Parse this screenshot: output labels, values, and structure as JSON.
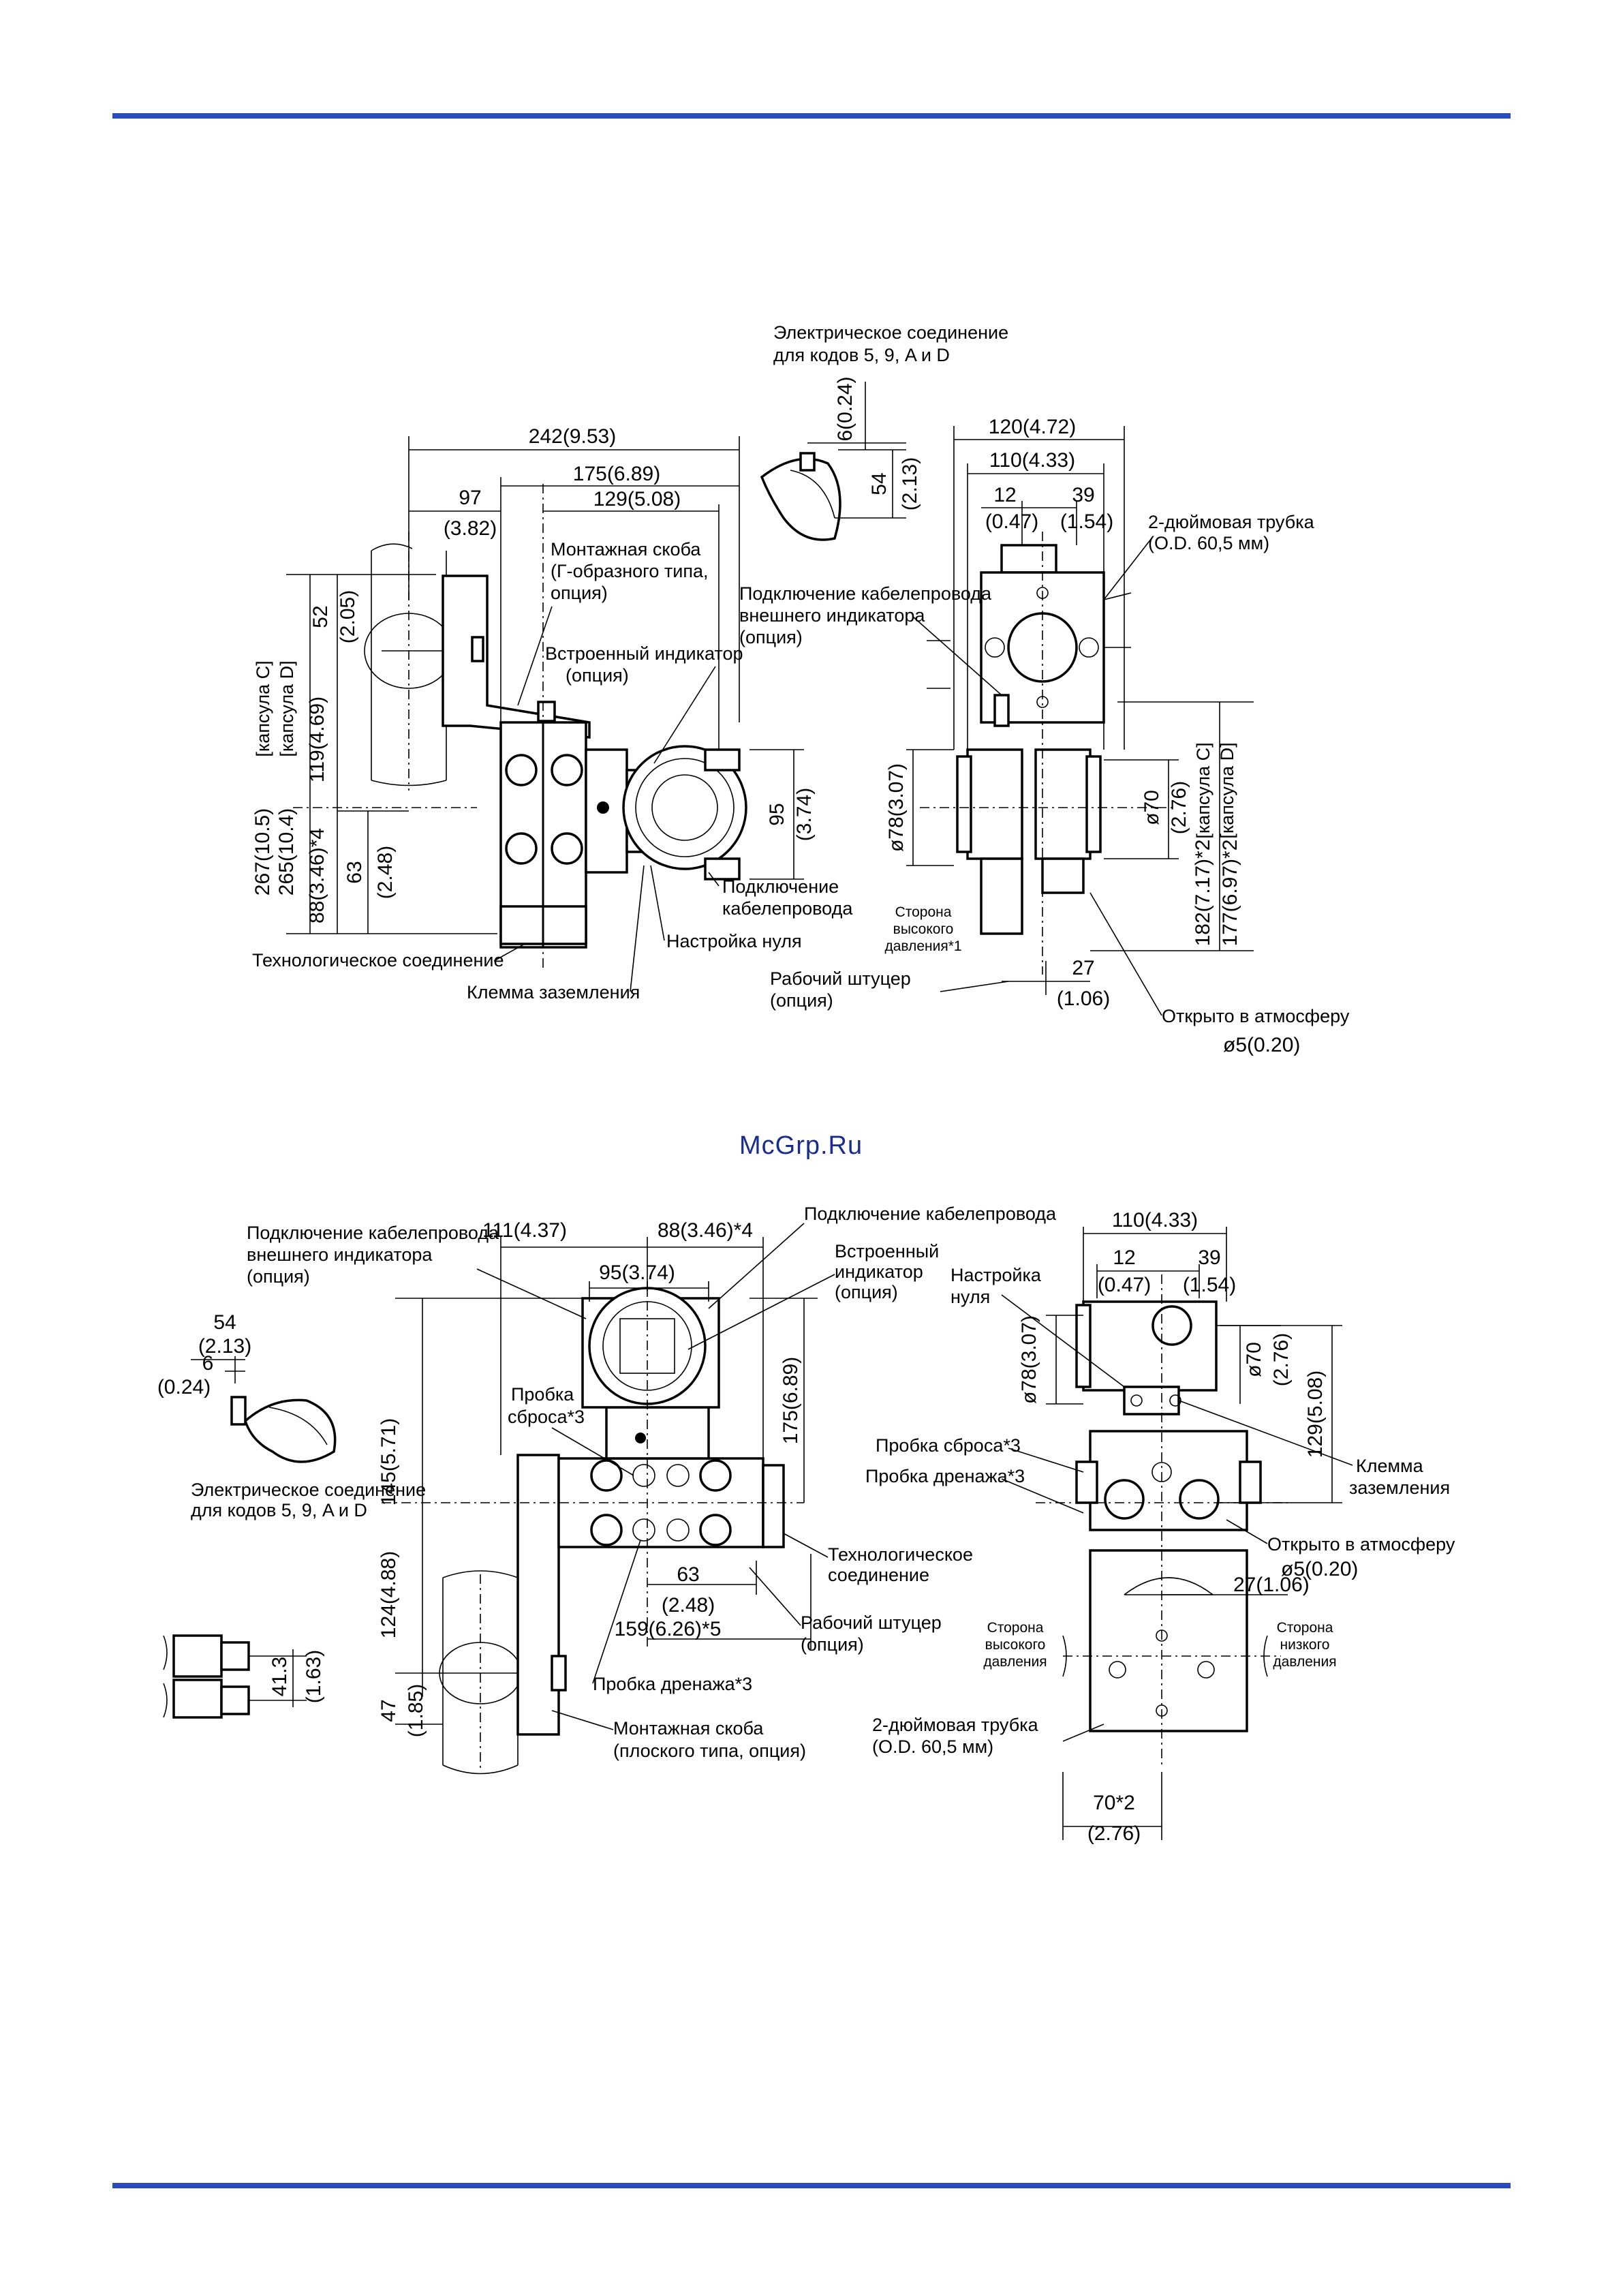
{
  "page": {
    "accent": "#2a4bbd"
  },
  "watermark": "McGrp.Ru",
  "top": {
    "elec_conn": [
      "Электрическое соединение",
      "для кодов 5, 9, A и D"
    ],
    "dims": {
      "d242": "242(9.53)",
      "d175": "175(6.89)",
      "d97": "97",
      "d97in": "(3.82)",
      "d129": "129(5.08)",
      "d6": "6(0.24)",
      "d54": "54",
      "d54in": "(2.13)",
      "d120": "120(4.72)",
      "d110": "110(4.33)",
      "d12": "12",
      "d12in": "(0.47)",
      "d39": "39",
      "d39in": "(1.54)",
      "d52": "52",
      "d52in": "(2.05)",
      "d119": "119(4.69)",
      "d267": "267(10.5)",
      "d265": "265(10.4)",
      "capC": "[капсула C]",
      "capD": "[капсула D]",
      "d63": "63",
      "d63in": "(2.48)",
      "d88": "88(3.46)*4",
      "d95": "95",
      "d95in": "(3.74)",
      "d78": "ø78(3.07)",
      "d70": "ø70",
      "d70in": "(2.76)",
      "d182": "182(7.17)*2",
      "d177": "177(6.97)*2",
      "d27": "27",
      "d27in": "(1.06)",
      "d5": "ø5(0.20)"
    },
    "labels": {
      "bracket_l": [
        "Монтажная скоба",
        "(Г-образного типа,",
        "опция)"
      ],
      "indicator": [
        "Встроенный индикатор",
        "(опция)"
      ],
      "ext_ind": [
        "Подключение кабелепровода",
        "внешнего индикатора",
        "(опция)"
      ],
      "pipe": [
        "2-дюймовая трубка",
        "(O.D. 60,5 мм)"
      ],
      "conduit": [
        "Подключение",
        "кабелепровода"
      ],
      "zero": "Настройка нуля",
      "process": "Технологическое соединение",
      "ground": "Клемма заземления",
      "hi_side": [
        "Сторона",
        "высокого",
        "давления*1"
      ],
      "vent": [
        "Рабочий штуцер",
        "(опция)"
      ],
      "atm": "Открыто в атмосферу"
    }
  },
  "bottom": {
    "dims": {
      "d111": "111(4.37)",
      "d88": "88(3.46)*4",
      "d95": "95(3.74)",
      "d54": "54",
      "d54in": "(2.13)",
      "d6": "6",
      "d6in": "(0.24)",
      "d145": "145(5.71)",
      "d175": "175(6.89)",
      "d124": "124(4.88)",
      "d47": "47",
      "d47in": "(1.85)",
      "d63": "63",
      "d63in": "(2.48)",
      "d159": "159(6.26)*5",
      "d41": "41.3",
      "d41in": "(1.63)",
      "d110": "110(4.33)",
      "d12": "12",
      "d12in": "(0.47)",
      "d39": "39",
      "d39in": "(1.54)",
      "d78": "ø78(3.07)",
      "d70": "ø70",
      "d70in": "(2.76)",
      "d129": "129(5.08)",
      "d27": "27(1.06)",
      "d5": "ø5(0.20)",
      "d70b": "70*2",
      "d70bin": "(2.76)"
    },
    "labels": {
      "ext_ind": [
        "Подключение кабелепровода",
        "внешнего индикатора",
        "(опция)"
      ],
      "conduit": "Подключение кабелепровода",
      "indicator": [
        "Встроенный",
        "индикатор",
        "(опция)"
      ],
      "vent_plug": [
        "Пробка",
        "сброса*3"
      ],
      "elec_conn": [
        "Электрическое соединение",
        "для кодов 5, 9, A и D"
      ],
      "process": [
        "Технологическое",
        "соединение"
      ],
      "vent": [
        "Рабочий штуцер",
        "(опция)"
      ],
      "drain": "Пробка дренажа*3",
      "bracket": [
        "Монтажная скоба",
        "(плоского типа, опция)"
      ],
      "zero": [
        "Настройка",
        "нуля"
      ],
      "vent_r": "Пробка сброса*3",
      "drain_r": "Пробка дренажа*3",
      "ground": [
        "Клемма",
        "заземления"
      ],
      "atm": "Открыто в атмосферу",
      "hi_side": [
        "Сторона",
        "высокого",
        "давления"
      ],
      "lo_side": [
        "Сторона",
        "низкого",
        "давления"
      ],
      "pipe": [
        "2-дюймовая трубка",
        "(O.D. 60,5 мм)"
      ]
    }
  }
}
